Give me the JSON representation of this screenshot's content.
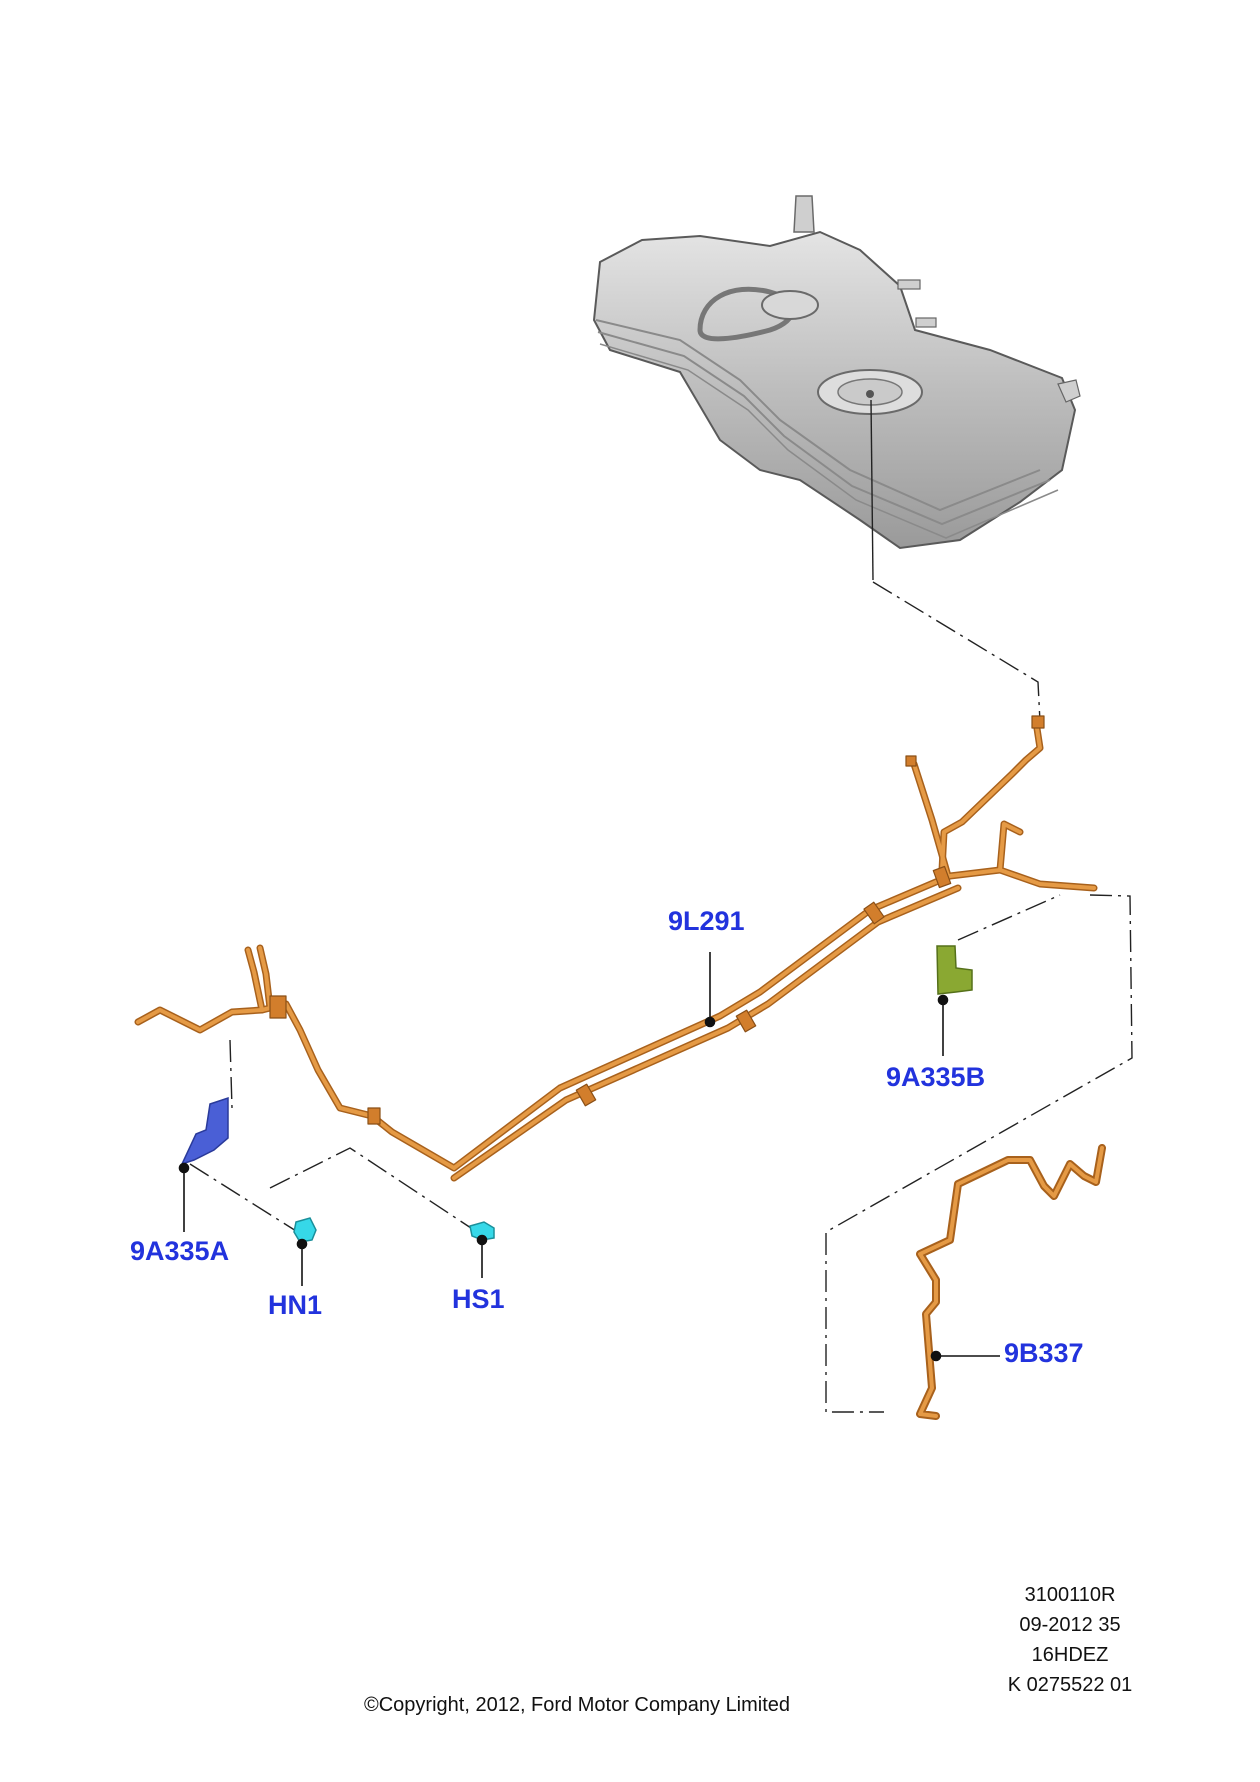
{
  "colors": {
    "callout_text": "#2233dd",
    "fuel_line": "#d98a36",
    "fuel_line_dark": "#a8611c",
    "tank_body": "#c9c9c9",
    "bracket_a": "#4a5fd6",
    "bracket_b": "#7e9a2a",
    "clip": "#36d8e8"
  },
  "callouts": {
    "9L291": "9L291",
    "9A335B": "9A335B",
    "9A335A": "9A335A",
    "HN1": "HN1",
    "HS1": "HS1",
    "9B337": "9B337"
  },
  "drawing_info": {
    "line1": "3100110R",
    "line2": "09-2012 35",
    "line3": "16HDEZ",
    "line4": "K 0275522 01"
  },
  "copyright": "©Copyright, 2012, Ford Motor Company Limited",
  "parts": [
    {
      "id": "fuel-tank",
      "icon": "fuel-tank-icon"
    },
    {
      "id": "9L291",
      "icon": "fuel-line-bundle-icon"
    },
    {
      "id": "9A335A",
      "icon": "bracket-icon"
    },
    {
      "id": "9A335B",
      "icon": "bracket-icon"
    },
    {
      "id": "HN1",
      "icon": "clip-icon"
    },
    {
      "id": "HS1",
      "icon": "clip-icon"
    },
    {
      "id": "9B337",
      "icon": "fuel-line-icon"
    }
  ]
}
